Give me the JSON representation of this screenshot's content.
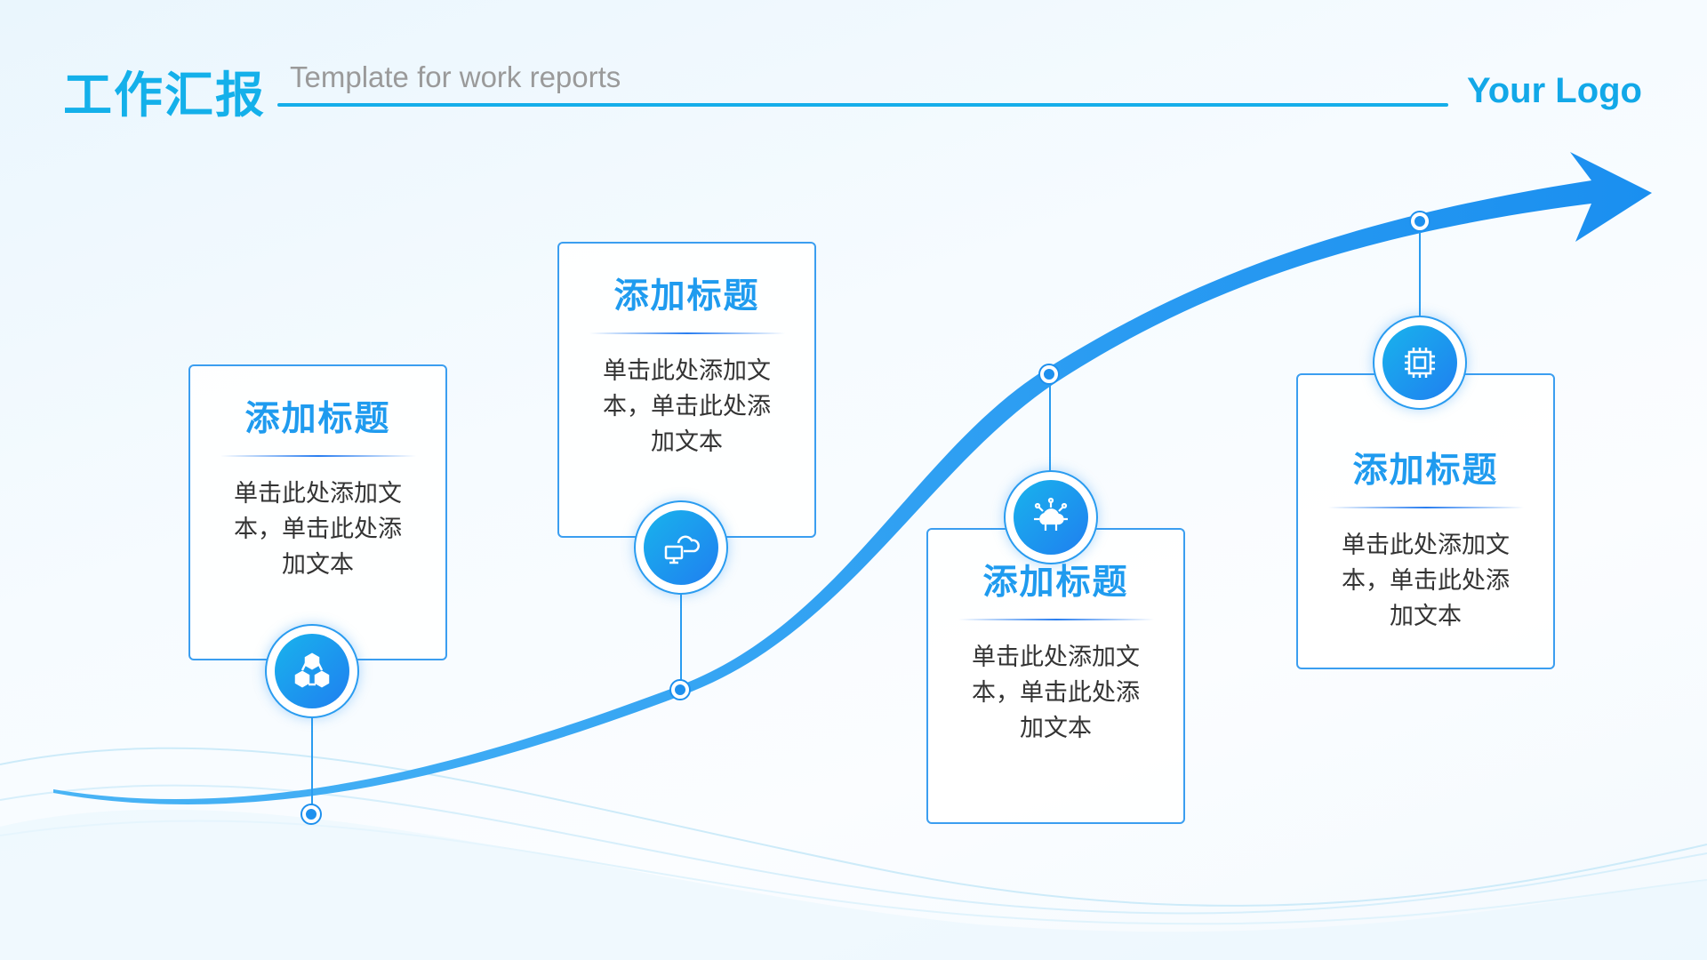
{
  "header": {
    "title": "工作汇报",
    "subtitle": "Template for work reports",
    "logo": "Your Logo"
  },
  "colors": {
    "accent": "#1e90ee",
    "title": "#14b0ea"
  },
  "steps": [
    {
      "title": "添加标题",
      "body": "单击此处添加文本，单击此处添加文本",
      "icon": "blocks-icon"
    },
    {
      "title": "添加标题",
      "body": "单击此处添加文本，单击此处添加文本",
      "icon": "cloud-monitor-icon"
    },
    {
      "title": "添加标题",
      "body": "单击此处添加文本，单击此处添加文本",
      "icon": "cloud-network-icon"
    },
    {
      "title": "添加标题",
      "body": "单击此处添加文本，单击此处添加文本",
      "icon": "chip-icon"
    }
  ]
}
